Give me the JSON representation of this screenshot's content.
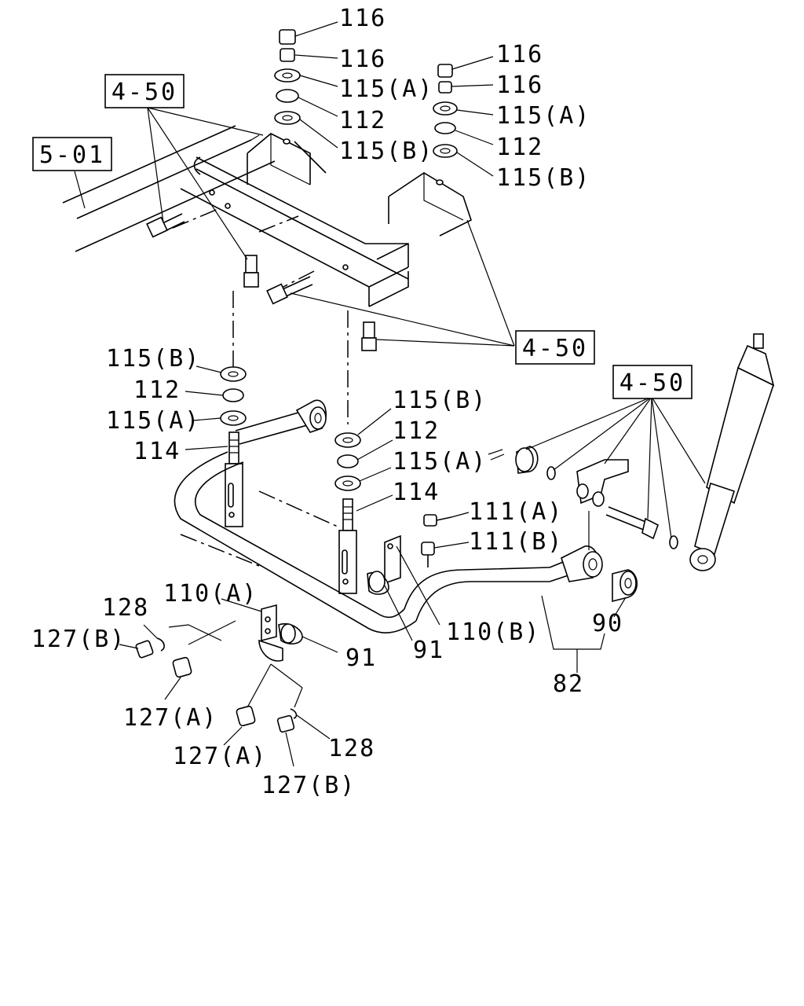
{
  "diagram": {
    "reference_boxes": [
      {
        "id": "ref-5-01",
        "text": "5-01"
      },
      {
        "id": "ref-4-50-top",
        "text": "4-50"
      },
      {
        "id": "ref-4-50-mid",
        "text": "4-50"
      },
      {
        "id": "ref-4-50-right",
        "text": "4-50"
      }
    ],
    "labels": {
      "l116_a": "116",
      "l116_b": "116",
      "l115a_a": "115(A)",
      "l112_a": "112",
      "l115b_a": "115(B)",
      "l116_c": "116",
      "l116_d": "116",
      "l115a_b": "115(A)",
      "l112_b": "112",
      "l115b_b": "115(B)",
      "l115b_c": "115(B)",
      "l112_c": "112",
      "l115a_c": "115(A)",
      "l114_a": "114",
      "l115b_d": "115(B)",
      "l112_d": "112",
      "l115a_d": "115(A)",
      "l114_b": "114",
      "l111a": "111(A)",
      "l111b": "111(B)",
      "l110a": "110(A)",
      "l110b": "110(B)",
      "l128_a": "128",
      "l127b_a": "127(B)",
      "l91_a": "91",
      "l91_b": "91",
      "l90": "90",
      "l82": "82",
      "l127a_a": "127(A)",
      "l127a_b": "127(A)",
      "l128_b": "128",
      "l127b_b": "127(B)"
    }
  }
}
